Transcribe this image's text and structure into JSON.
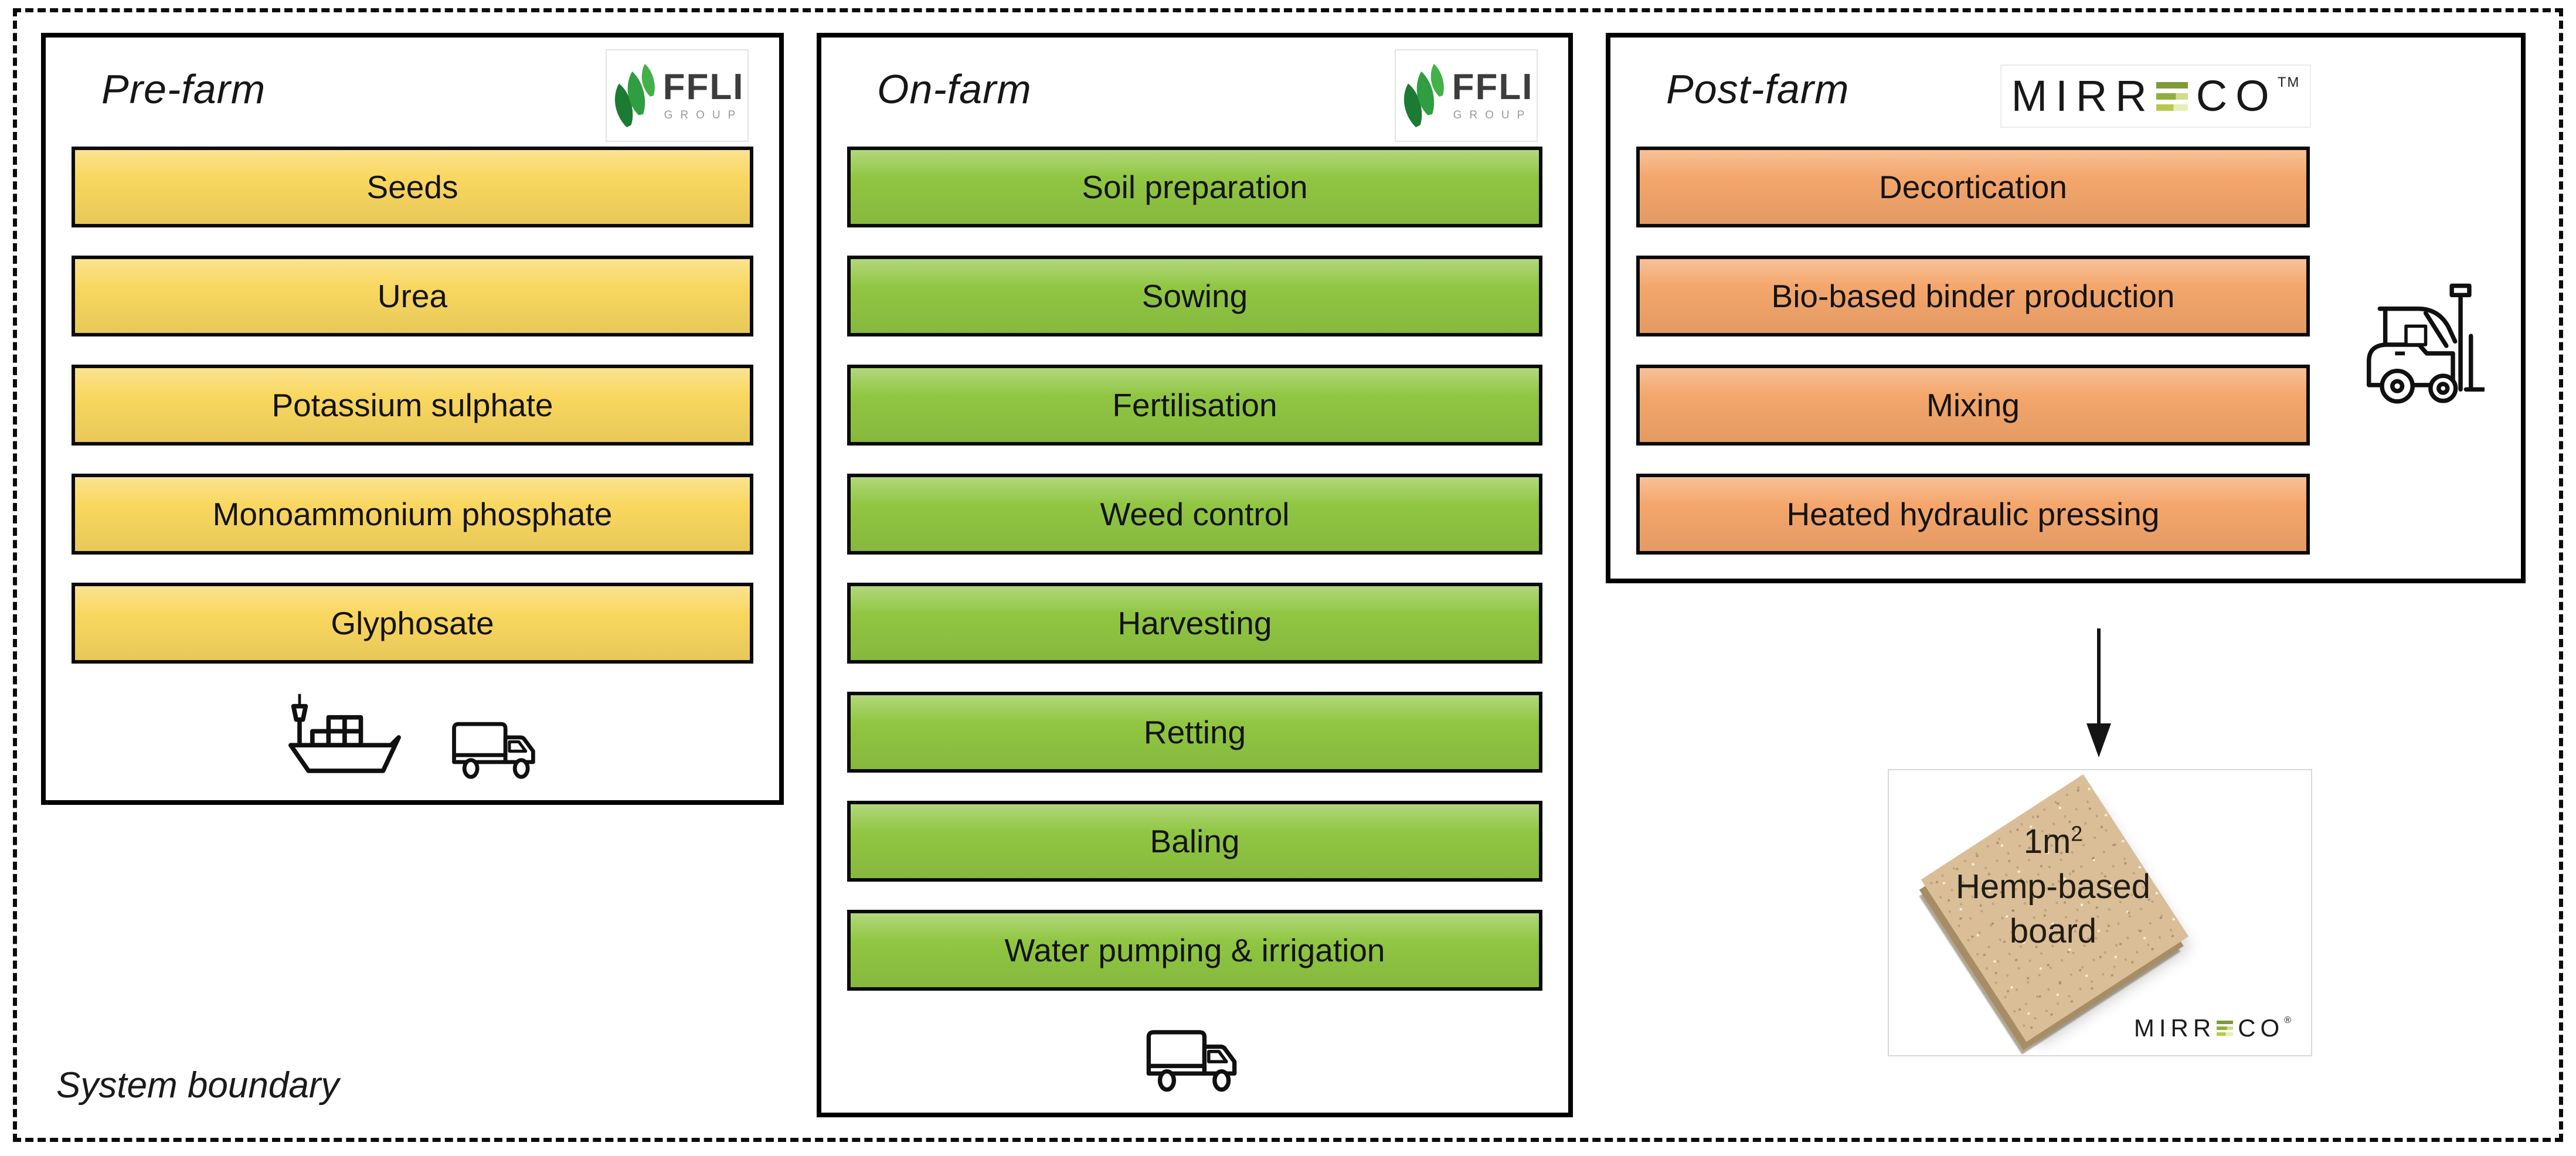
{
  "system_boundary_label": "System boundary",
  "palette": {
    "pre_farm_box": "#F9D75F",
    "on_farm_box": "#90C642",
    "post_farm_box": "#F4A66B",
    "box_border": "#0A0A0A",
    "panel_border": "#000000",
    "board_tan": "#D9BE98",
    "ffli_leaf_dark": "#1D7A33",
    "ffli_leaf_mid": "#2F9E41",
    "ffli_leaf_light": "#42B14A",
    "mirreco_bar_olive": "#7E9B38",
    "mirreco_bar_green": "#8FAE3F",
    "mirreco_bar_lime": "#B6C94C"
  },
  "logos": {
    "ffli": {
      "text": "FFLI",
      "subtext": "GROUP"
    },
    "mirreco": {
      "left": "MIRR",
      "right": "CO",
      "tm": "TM",
      "reg": "®"
    }
  },
  "columns": [
    {
      "title": "Pre-farm",
      "logo": "FFLI GROUP",
      "items": [
        "Seeds",
        "Urea",
        "Potassium sulphate",
        "Monoammonium phosphate",
        "Glyphosate"
      ],
      "icons": [
        "cargo-ship-icon",
        "truck-icon"
      ]
    },
    {
      "title": "On-farm",
      "logo": "FFLI GROUP",
      "items": [
        "Soil preparation",
        "Sowing",
        "Fertilisation",
        "Weed control",
        "Harvesting",
        "Retting",
        "Baling",
        "Water pumping & irrigation"
      ],
      "icons": [
        "truck-icon"
      ]
    },
    {
      "title": "Post-farm",
      "logo": "MIRRECO™",
      "items": [
        "Decortication",
        "Bio-based binder production",
        "Mixing",
        "Heated hydraulic pressing"
      ],
      "icons": [
        "forklift-icon"
      ]
    }
  ],
  "arrow": {
    "direction": "down"
  },
  "output_image": {
    "area_label": "1m",
    "area_sup": "2",
    "line2": "Hemp-based",
    "line3": "board",
    "brand_left": "MIRR",
    "brand_right": "CO",
    "brand_mark": "®"
  }
}
